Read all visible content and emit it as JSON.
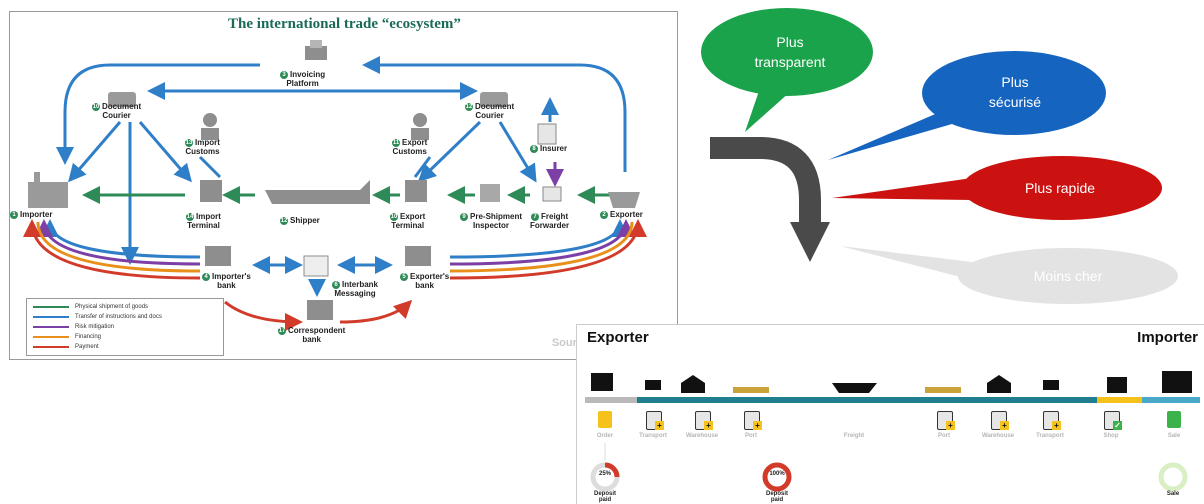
{
  "ecosystem": {
    "title": "The international trade “ecosystem”",
    "source": "Source: Boston Consu",
    "nodes": {
      "invoicing": {
        "num": "3",
        "label": "Invoicing\nPlatform"
      },
      "doc_courier_left": {
        "num": "10",
        "label": "Document\nCourier"
      },
      "doc_courier_right": {
        "num": "12",
        "label": "Document\nCourier"
      },
      "import_customs": {
        "num": "13",
        "label": "Import\nCustoms"
      },
      "export_customs": {
        "num": "11",
        "label": "Export\nCustoms"
      },
      "insurer": {
        "num": "8",
        "label": "Insurer"
      },
      "importer": {
        "num": "1",
        "label": "Importer"
      },
      "import_terminal": {
        "num": "14",
        "label": "Import\nTerminal"
      },
      "shipper": {
        "num": "12",
        "label": "Shipper"
      },
      "export_terminal": {
        "num": "10",
        "label": "Export\nTerminal"
      },
      "pre_shipment": {
        "num": "9",
        "label": "Pre-Shipment\nInspector"
      },
      "freight_forwarder": {
        "num": "7",
        "label": "Freight\nForwarder"
      },
      "exporter": {
        "num": "2",
        "label": "Exporter"
      },
      "importers_bank": {
        "num": "4",
        "label": "Importer's\nbank"
      },
      "interbank": {
        "num": "6",
        "label": "Interbank\nMessaging"
      },
      "exporters_bank": {
        "num": "5",
        "label": "Exporter's\nbank"
      },
      "correspondent": {
        "num": "17",
        "label": "Correspondent\nbank"
      }
    },
    "legend": [
      {
        "label": "Physical shipment of goods",
        "color": "#2e8b57"
      },
      {
        "label": "Transfer of instructions and docs",
        "color": "#2f7fc8"
      },
      {
        "label": "Risk mitigation",
        "color": "#7b3fa6"
      },
      {
        "label": "Financing",
        "color": "#e8901a"
      },
      {
        "label": "Payment",
        "color": "#d23a2a"
      }
    ]
  },
  "bubbles": [
    {
      "text": "Plus\ntransparent",
      "color": "#1aa34a"
    },
    {
      "text": "Plus\nsécurisé",
      "color": "#1565c0"
    },
    {
      "text": "Plus rapide",
      "color": "#cc1111"
    },
    {
      "text": "Moins cher",
      "color": "#e3e3e3"
    }
  ],
  "flow": {
    "exporter": "Exporter",
    "importer": "Importer",
    "steps": [
      "Order",
      "Transport",
      "Warehouse",
      "Port",
      "Freight",
      "Port",
      "Warehouse",
      "Transport",
      "Shop",
      "Sale"
    ],
    "deposits": [
      {
        "percent": "25%",
        "label": "Deposit\npaid"
      },
      {
        "percent": "100%",
        "label": "Deposit\npaid"
      },
      {
        "percent": "",
        "label": "Sale"
      }
    ]
  }
}
